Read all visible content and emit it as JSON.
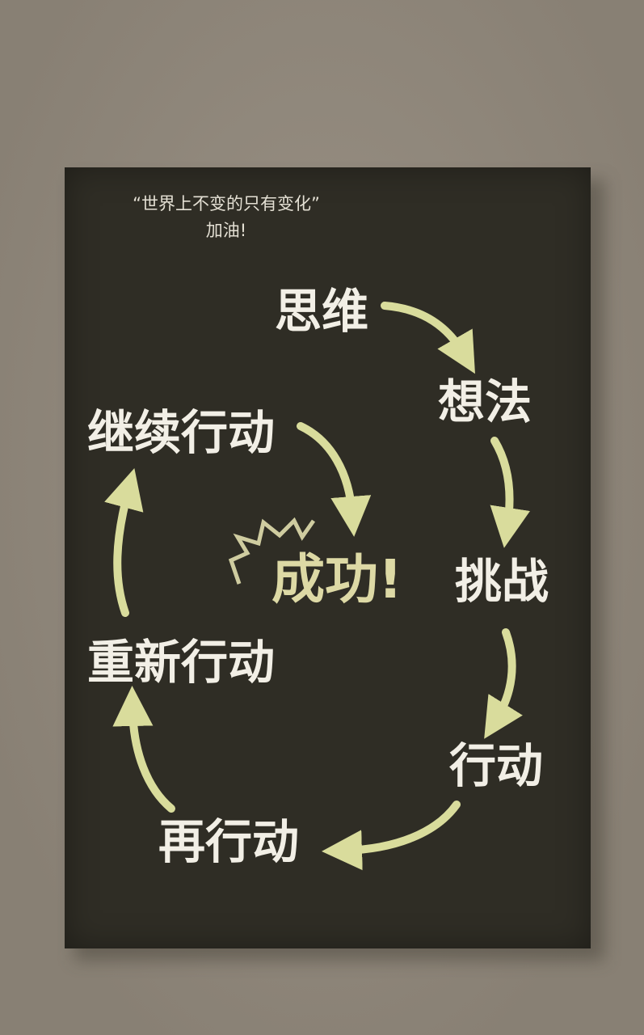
{
  "poster": {
    "quote_line1": "“世界上不变的只有变化”",
    "quote_line2": "加油!"
  },
  "cycle": {
    "steps": [
      "思维",
      "想法",
      "挑战",
      "行动",
      "再行动",
      "重新行动",
      "继续行动"
    ],
    "center": "成功!"
  },
  "colors": {
    "wall": "#948b7e",
    "poster": "#2f2d25",
    "text": "#f2efe6",
    "arrow": "#d9dc9c",
    "center_text": "#ddd9a5"
  },
  "icons": [
    "curved-arrow-icon",
    "burst-icon"
  ]
}
